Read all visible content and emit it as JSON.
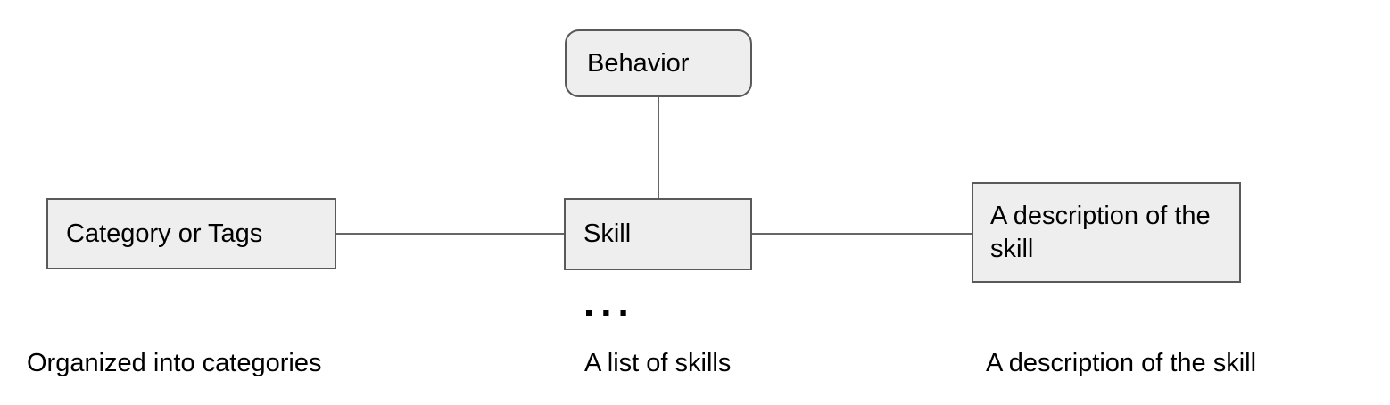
{
  "colors": {
    "background": "#ffffff",
    "box_fill": "#eeeeee",
    "box_border": "#595959",
    "connector_line": "#666666",
    "text": "#000000"
  },
  "nodes": {
    "behavior": {
      "label": "Behavior"
    },
    "category": {
      "label": "Category or Tags"
    },
    "skill": {
      "label": "Skill"
    },
    "description": {
      "label": "A description of the skill"
    }
  },
  "ellipsis": "...",
  "captions": {
    "left": "Organized into categories",
    "center": "A list of skills",
    "right": "A description of the skill"
  },
  "edges": [
    {
      "from": "behavior",
      "to": "skill"
    },
    {
      "from": "category",
      "to": "skill"
    },
    {
      "from": "skill",
      "to": "description"
    }
  ]
}
